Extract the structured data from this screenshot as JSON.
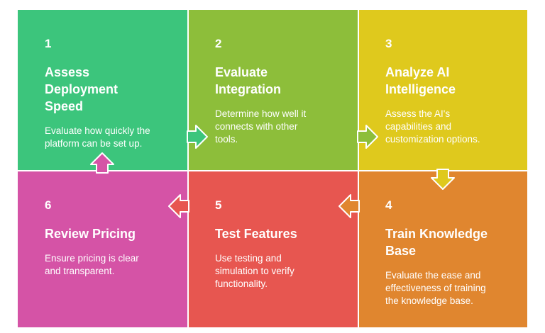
{
  "steps": [
    {
      "number": "1",
      "title_lines": [
        "Assess",
        "Deployment",
        "Speed"
      ],
      "description_lines": [
        "Evaluate how quickly the",
        "platform can be set up."
      ],
      "color": "#3cc57c"
    },
    {
      "number": "2",
      "title_lines": [
        "Evaluate",
        "Integration"
      ],
      "description_lines": [
        "Determine how well it",
        "connects with other",
        "tools."
      ],
      "color": "#8dbe3a"
    },
    {
      "number": "3",
      "title_lines": [
        "Analyze AI",
        "Intelligence"
      ],
      "description_lines": [
        "Assess the AI's",
        "capabilities and",
        "customization options."
      ],
      "color": "#dfc91d"
    },
    {
      "number": "4",
      "title_lines": [
        "Train Knowledge",
        "Base"
      ],
      "description_lines": [
        "Evaluate the ease and",
        "effectiveness of training",
        "the knowledge base."
      ],
      "color": "#e0862f"
    },
    {
      "number": "5",
      "title_lines": [
        "Test Features"
      ],
      "description_lines": [
        "Use testing and",
        "simulation to verify",
        "functionality."
      ],
      "color": "#e75650"
    },
    {
      "number": "6",
      "title_lines": [
        "Review Pricing"
      ],
      "description_lines": [
        "Ensure pricing is clear",
        "and transparent."
      ],
      "color": "#d553a6"
    }
  ],
  "flow": [
    "1",
    "2",
    "3",
    "4",
    "5",
    "6",
    "1"
  ],
  "arrow_names": [
    "arrow-right-icon",
    "arrow-right-icon",
    "arrow-down-icon",
    "arrow-left-icon",
    "arrow-left-icon",
    "arrow-up-icon"
  ]
}
